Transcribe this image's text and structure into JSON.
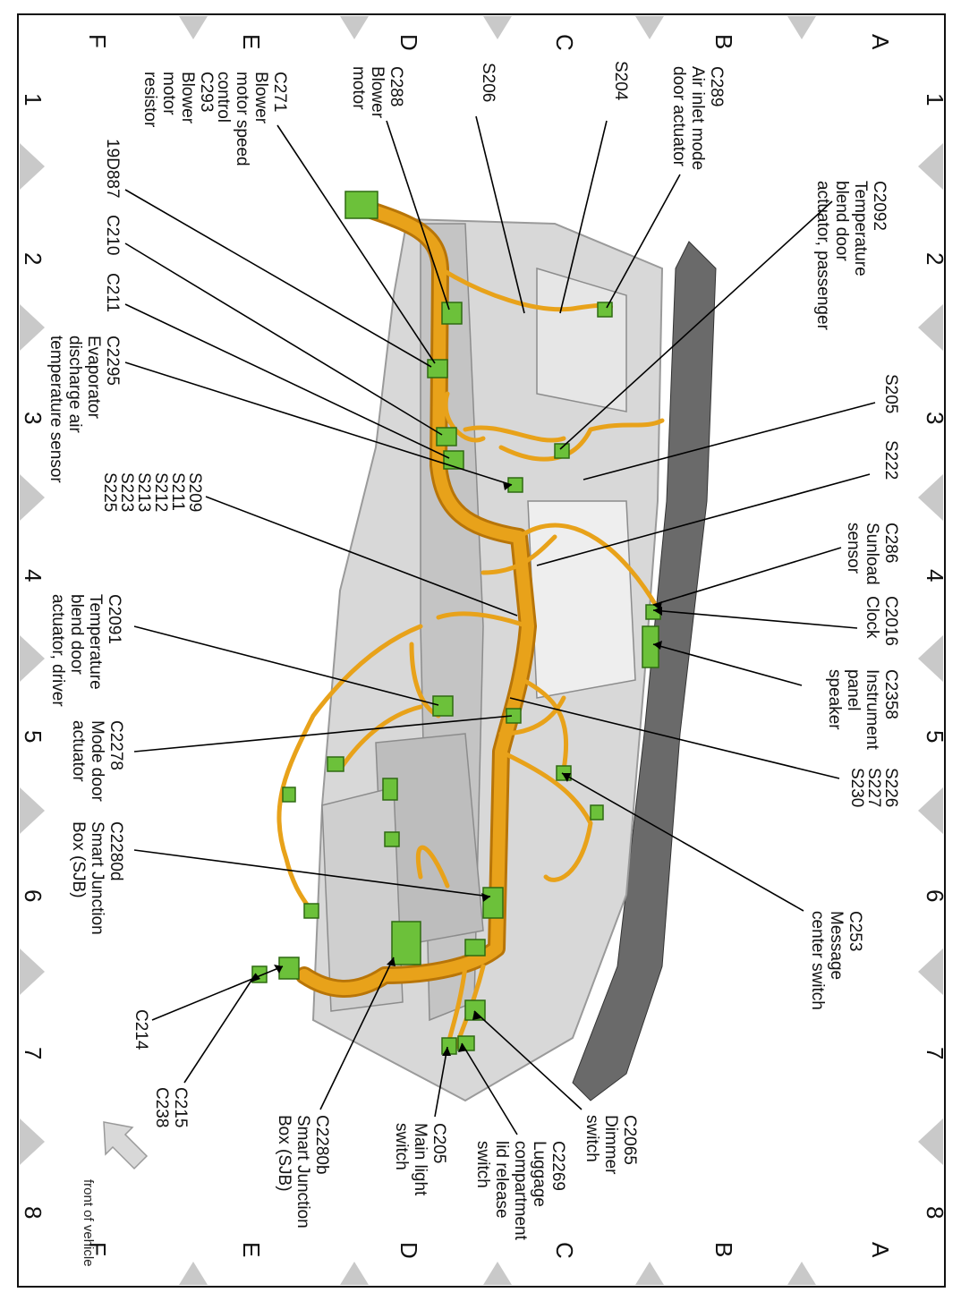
{
  "grid": {
    "rows": [
      "A",
      "B",
      "C",
      "D",
      "E",
      "F"
    ],
    "cols": [
      "1",
      "2",
      "3",
      "4",
      "5",
      "6",
      "7",
      "8"
    ]
  },
  "labels": {
    "c2092": [
      "C2092",
      "Temperature",
      "blend door",
      "actuator, passenger"
    ],
    "c289": [
      "C289",
      "Air inlet mode",
      "door actuator"
    ],
    "s204": [
      "S204"
    ],
    "s206": [
      "S206"
    ],
    "c288": [
      "C288",
      "Blower",
      "motor"
    ],
    "c271": [
      "C271",
      "Blower",
      "motor speed",
      "control"
    ],
    "c293": [
      "C293",
      "Blower",
      "motor",
      "resistor"
    ],
    "d887": [
      "19D887"
    ],
    "c210": [
      "C210"
    ],
    "c211": [
      "C211"
    ],
    "c2295": [
      "C2295",
      "Evaporator",
      "discharge air",
      "temperature sensor"
    ],
    "s209": [
      "S209",
      "S211",
      "S212",
      "S213",
      "S223",
      "S225"
    ],
    "c2091": [
      "C2091",
      "Temperature",
      "blend door",
      "actuator, driver"
    ],
    "c2278": [
      "C2278",
      "Mode door",
      "actuator"
    ],
    "c2280d": [
      "C2280d",
      "Smart Junction",
      "Box (SJB)"
    ],
    "c214": [
      "C214"
    ],
    "c215": [
      "C215",
      "C238"
    ],
    "c2280b": [
      "C2280b",
      "Smart Junction",
      "Box (SJB)"
    ],
    "c205": [
      "C205",
      "Main light",
      "switch"
    ],
    "c2269": [
      "C2269",
      "Luggage",
      "compartment",
      "lid release",
      "switch"
    ],
    "c2065": [
      "C2065",
      "Dimmer",
      "switch"
    ],
    "c253": [
      "C253",
      "Message",
      "center switch"
    ],
    "s226": [
      "S226",
      "S227",
      "S230"
    ],
    "c2358": [
      "C2358",
      "Instrument",
      "panel",
      "speaker"
    ],
    "c2016": [
      "C2016",
      "Clock"
    ],
    "c286": [
      "C286",
      "Sunload",
      "sensor"
    ],
    "s222": [
      "S222"
    ],
    "s205": [
      "S205"
    ]
  },
  "front_of_vehicle": "front of vehicle",
  "colors": {
    "harness": "#e8a21a",
    "harness_dark": "#b87508",
    "connector": "#6cc13a",
    "panel": "#d8d8d8",
    "trim": "#6a6a6a",
    "diamond": "#c9c9c9"
  }
}
